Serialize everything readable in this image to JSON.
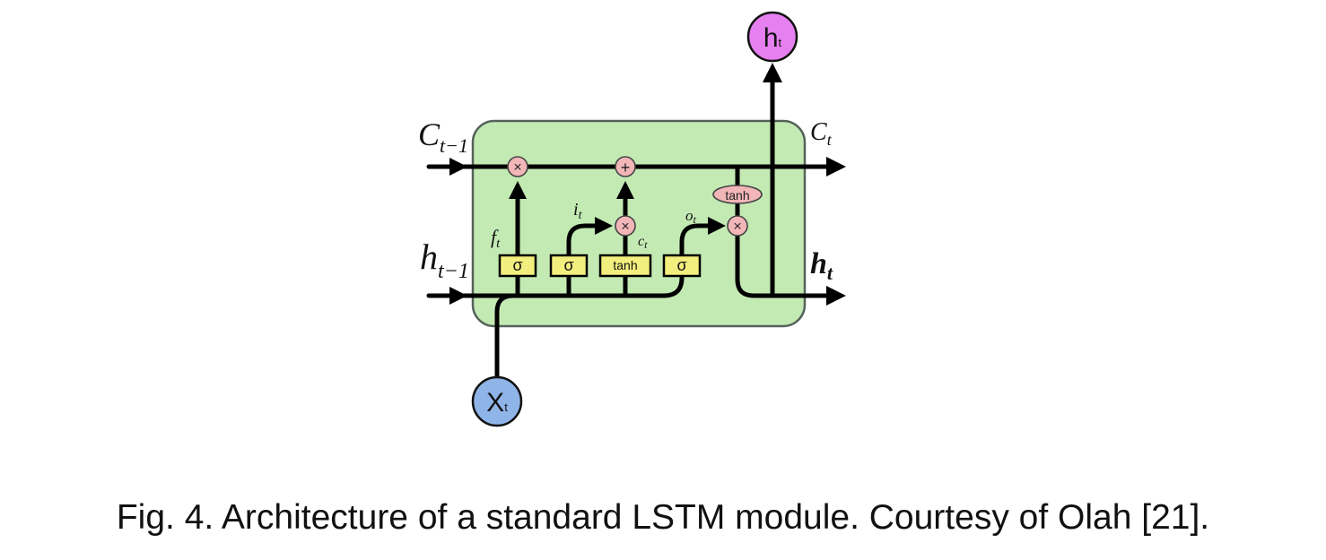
{
  "colors": {
    "cell_fill": "#c4eab4",
    "cell_stroke": "#55625a",
    "gate_fill": "#f3ef7e",
    "op_fill": "#f2b6b8",
    "input_node_fill": "#8fb4e8",
    "output_node_fill": "#e680f0",
    "line": "#000000"
  },
  "icons": {
    "multiply": "×",
    "add": "+"
  },
  "nodes": {
    "input": {
      "main": "X",
      "sub": "t"
    },
    "output": {
      "main": "h",
      "sub": "t"
    }
  },
  "labels": {
    "c_prev": {
      "main": "C",
      "sub": "t−1"
    },
    "c_next": {
      "main": "C",
      "sub": "t"
    },
    "h_prev": {
      "main": "h",
      "sub": "t−1"
    },
    "h_next": {
      "main": "h",
      "sub": "t"
    },
    "forget": {
      "main": "f",
      "sub": "t"
    },
    "input_gate": {
      "main": "i",
      "sub": "t"
    },
    "candidate": {
      "main": "c",
      "sub": "t"
    },
    "output_gate": {
      "main": "o",
      "sub": "t"
    }
  },
  "gates": {
    "forget": "σ",
    "input": "σ",
    "candidate": "tanh",
    "output": "σ"
  },
  "cell_state_activation": "tanh",
  "caption": "Fig. 4. Architecture of a standard LSTM module. Courtesy of Olah [21]."
}
